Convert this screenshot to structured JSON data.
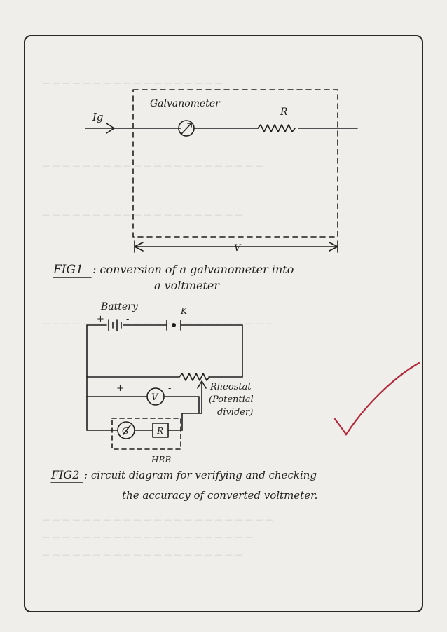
{
  "fig1": {
    "ig_label": "Ig",
    "galvanometer_label": "Galvanometer",
    "resistor_label": "R",
    "voltage_label": "V",
    "caption_tag": "FIG1",
    "caption_line1": ": conversion of a galvanometer into",
    "caption_line2": "a voltmeter"
  },
  "fig2": {
    "battery_label": "Battery",
    "key_label": "K",
    "plus": "+",
    "minus": "-",
    "voltmeter_symbol": "V",
    "galvanometer_symbol": "G",
    "resistance_box_symbol": "R",
    "rheostat_line1": "Rheostat",
    "rheostat_line2": "(Potential",
    "rheostat_line3": "divider)",
    "hrb_label": "HRB",
    "caption_tag": "FIG2",
    "caption_line1": ": circuit diagram for verifying and checking",
    "caption_line2": "the accuracy of converted voltmeter."
  },
  "colors": {
    "ink": "#1f1f1f",
    "tick": "#b3283a",
    "paper": "#efeeea"
  }
}
